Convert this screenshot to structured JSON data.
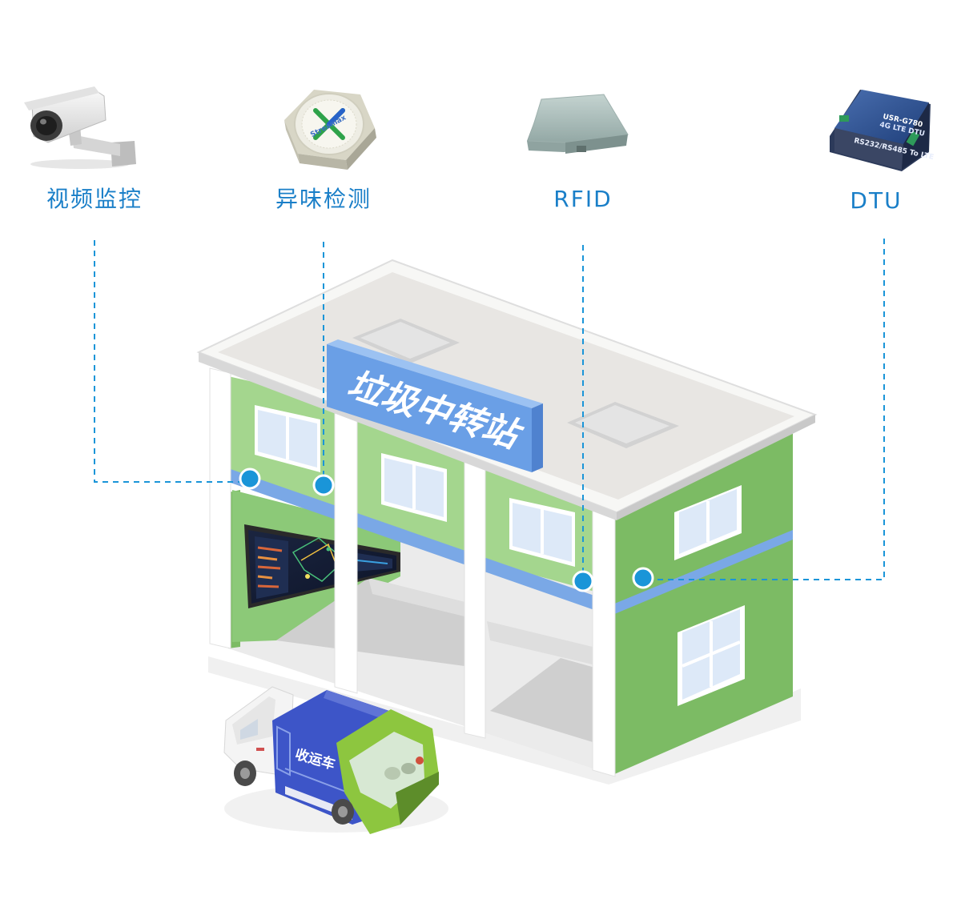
{
  "devices": [
    {
      "id": "camera",
      "label": "视频监控",
      "icon": "cctv-camera-icon"
    },
    {
      "id": "odor",
      "label": "异味检测",
      "icon": "odor-sensor-icon"
    },
    {
      "id": "rfid",
      "label": "RFID",
      "icon": "rfid-reader-icon"
    },
    {
      "id": "dtu",
      "label": "DTU",
      "icon": "dtu-modem-icon"
    }
  ],
  "building": {
    "sign": "垃圾中转站"
  },
  "truck": {
    "label": "收运车"
  },
  "device_text": {
    "sensor_brand": "Streamax",
    "dtu_model": "USR-G780",
    "dtu_sub": "4G LTE DTU",
    "dtu_bottom": "RS232/RS485 To LTE"
  },
  "colors": {
    "accent_blue": "#1a7fc8",
    "connector_blue": "#1a95d8",
    "wall_green": "#8cc978",
    "upper_green": "#a4d68e",
    "side_green": "#7cbb64",
    "band_blue": "#7aa8e6",
    "sign_blue": "#6a9fe6",
    "roof": "#eeeeec",
    "truck_blue": "#3d55c8",
    "truck_green": "#8dc63f"
  }
}
